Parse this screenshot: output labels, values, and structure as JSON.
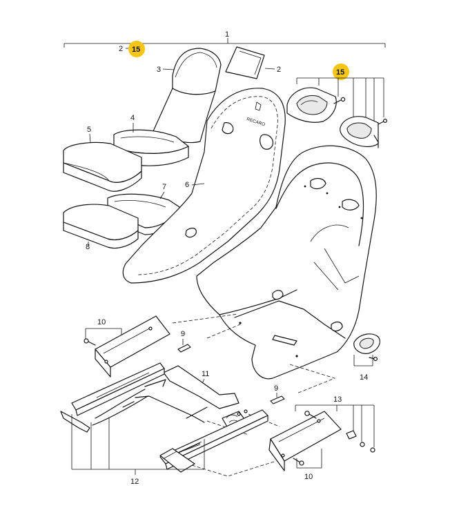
{
  "labels": {
    "assembly": "1",
    "cushion_top_small": "2",
    "cushion_top_small_ref": "2",
    "backrest_pad": "3",
    "lumbar_pad": "4",
    "seat_pad_upper": "5",
    "shell_cover": "6",
    "thigh_pad": "7",
    "seat_pad_lower": "8",
    "bracket_left": "10",
    "bracket_right": "10",
    "clip_left": "9",
    "clip_right": "9",
    "slide_frame": "11",
    "rail_assembly": "12",
    "side_plate": "13",
    "grommet": "14",
    "highlight_top": "15",
    "highlight_belt": "15"
  },
  "brand_text": {
    "shell_logo": "RECARO"
  },
  "colors": {
    "highlight": "#f5c518",
    "line": "#111111"
  }
}
